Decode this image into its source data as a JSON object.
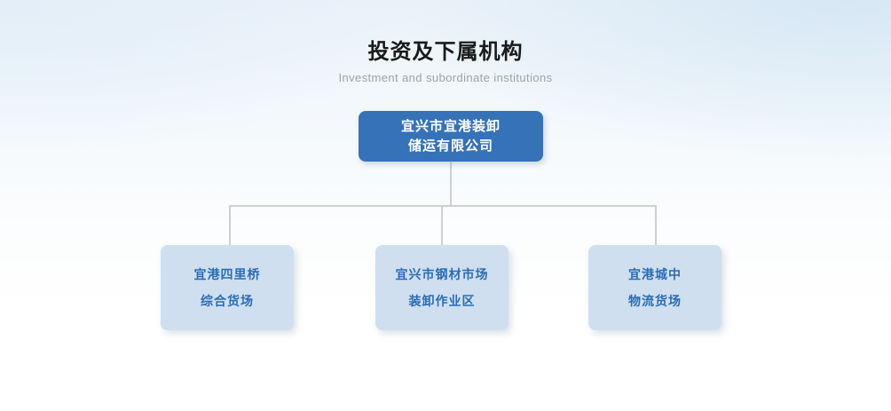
{
  "header": {
    "title": "投资及下属机构",
    "subtitle": "Investment and subordinate institutions"
  },
  "colors": {
    "root_node_fill": "#3572b8",
    "root_node_text": "#ffffff",
    "child_node_fill": "#cfdff0",
    "child_node_text": "#2a6cb5",
    "connector_line": "#cfcfcf",
    "title_text": "#1a1a1a",
    "subtitle_text": "#9aa3ab",
    "background_top": "#eaf2f9",
    "background_bottom": "#ffffff"
  },
  "org_chart": {
    "root": {
      "name": "宜兴市宜港装卸储运有限公司",
      "lines": [
        "宜兴市宜港装卸",
        "储运有限公司"
      ]
    },
    "children": [
      {
        "name": "宜港四里桥综合货场",
        "lines": [
          "宜港四里桥",
          "综合货场"
        ]
      },
      {
        "name": "宜兴市钢材市场装卸作业区",
        "lines": [
          "宜兴市钢材市场",
          "装卸作业区"
        ]
      },
      {
        "name": "宜港城中物流货场",
        "lines": [
          "宜港城中",
          "物流货场"
        ]
      }
    ]
  }
}
